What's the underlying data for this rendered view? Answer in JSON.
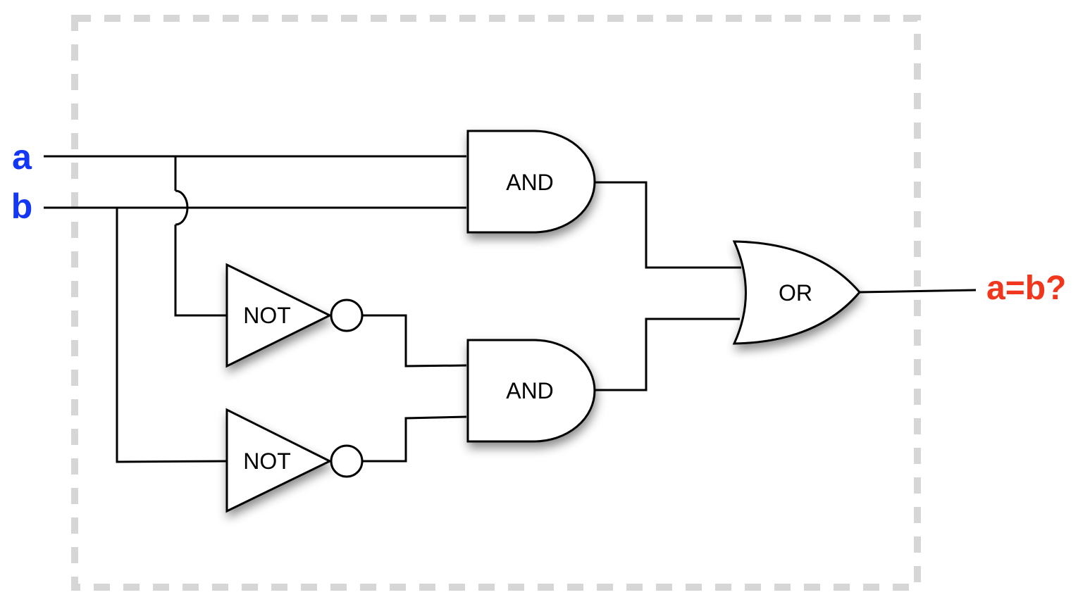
{
  "inputs": {
    "a": "a",
    "b": "b"
  },
  "output": "a=b?",
  "gates": {
    "and_top": "AND",
    "and_bottom": "AND",
    "not_top": "NOT",
    "not_bottom": "NOT",
    "or": "OR"
  },
  "colors": {
    "input_label": "#1436f5",
    "output_label": "#f0361c",
    "boundary": "#d6d6d6",
    "wire": "#000000"
  }
}
